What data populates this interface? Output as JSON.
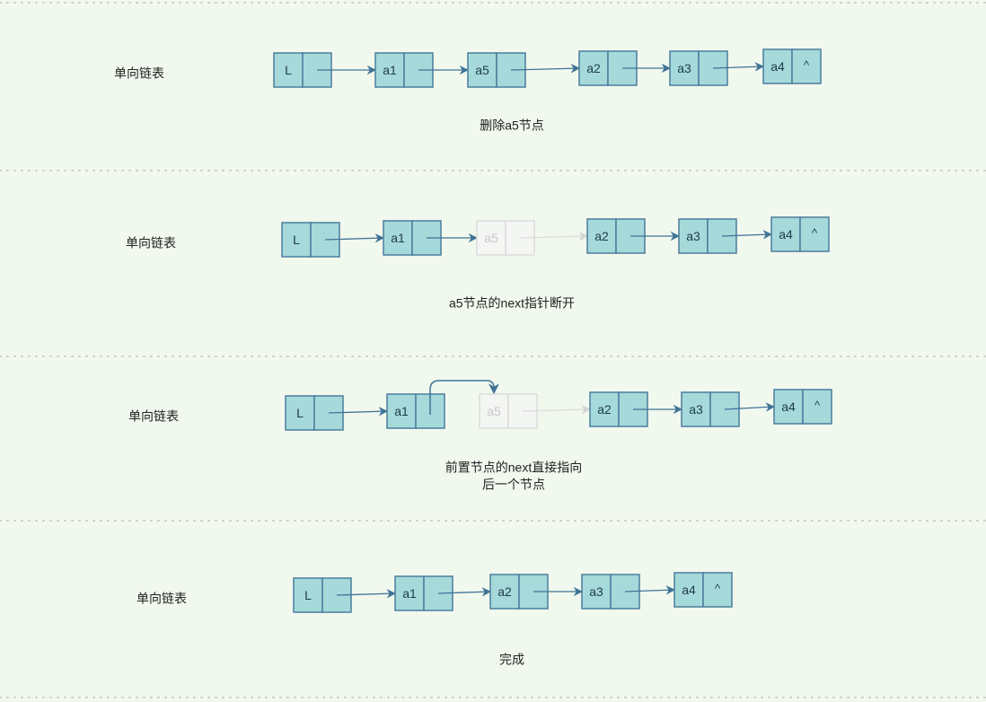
{
  "colors": {
    "node_fill": "#a6d9da",
    "node_stroke": "#4b7d9c",
    "arrow": "#3f7396",
    "faded_fill": "#f3f6f2",
    "faded_stroke": "#dcdcdc",
    "faded_text": "#c8c8c8",
    "separator": "#cccccc"
  },
  "rows": [
    {
      "label": "单向链表",
      "caption": [
        "删除a5节点"
      ],
      "nodes": [
        {
          "text": "L"
        },
        {
          "text": "a1"
        },
        {
          "text": "a5"
        },
        {
          "text": "a2"
        },
        {
          "text": "a3"
        },
        {
          "text": "a4",
          "next": "^"
        }
      ]
    },
    {
      "label": "单向链表",
      "caption": [
        "a5节点的next指针断开"
      ],
      "nodes": [
        {
          "text": "L"
        },
        {
          "text": "a1"
        },
        {
          "text": "a5",
          "faded": true
        },
        {
          "text": "a2"
        },
        {
          "text": "a3"
        },
        {
          "text": "a4",
          "next": "^"
        }
      ]
    },
    {
      "label": "单向链表",
      "caption": [
        "前置节点的next直接指向",
        "后一个节点"
      ],
      "nodes": [
        {
          "text": "L"
        },
        {
          "text": "a1"
        },
        {
          "text": "a5",
          "faded": true
        },
        {
          "text": "a2"
        },
        {
          "text": "a3"
        },
        {
          "text": "a4",
          "next": "^"
        }
      ]
    },
    {
      "label": "单向链表",
      "caption": [
        "完成"
      ],
      "nodes": [
        {
          "text": "L"
        },
        {
          "text": "a1"
        },
        {
          "text": "a2"
        },
        {
          "text": "a3"
        },
        {
          "text": "a4",
          "next": "^"
        }
      ]
    }
  ]
}
